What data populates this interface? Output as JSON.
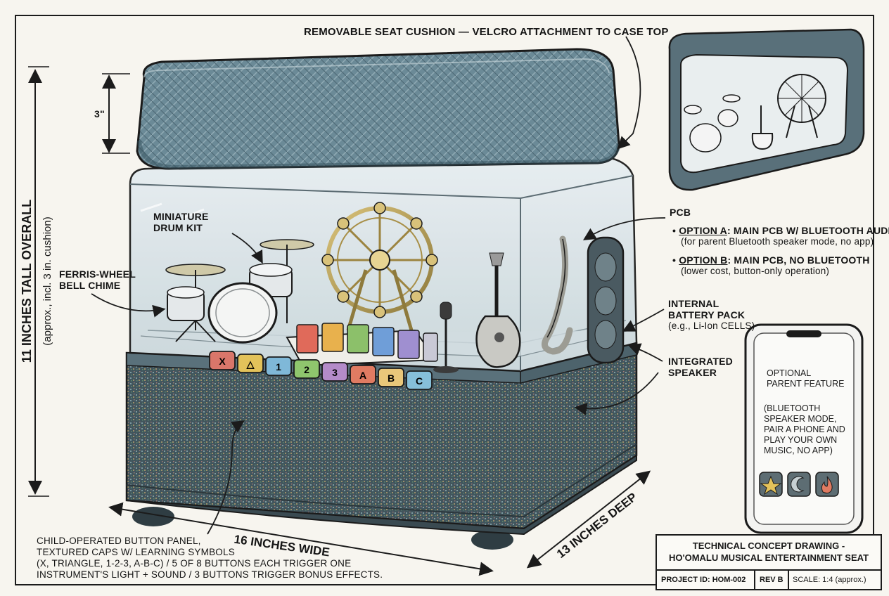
{
  "labels": {
    "cushion": "REMOVABLE SEAT CUSHION — VELCRO ATTACHMENT TO CASE TOP",
    "cushion_height": "3\"",
    "overall_height": "11 INCHES TALL OVERALL",
    "overall_height_note": "(approx., incl. 3 in. cushion)",
    "drum_kit_line1": "MINIATURE",
    "drum_kit_line2": "DRUM KIT",
    "ferris_line1": "FERRIS-WHEEL",
    "ferris_line2": "BELL CHIME",
    "pcb": "PCB",
    "option_a_tag": "OPTION A",
    "option_a_text": ": MAIN PCB W/ BLUETOOTH AUDIO",
    "option_a_note": "(for parent Bluetooth speaker mode, no app)",
    "option_b_tag": "OPTION B",
    "option_b_text": ": MAIN PCB, NO BLUETOOTH",
    "option_b_note": "(lower cost, button-only operation)",
    "battery_line1": "INTERNAL",
    "battery_line2": "BATTERY PACK",
    "battery_note": "(e.g., Li-Ion CELLS)",
    "speaker_line1": "INTEGRATED",
    "speaker_line2": "SPEAKER",
    "width": "16 INCHES WIDE",
    "depth": "13 INCHES DEEP",
    "buttons_line1": "CHILD-OPERATED BUTTON PANEL,",
    "buttons_line2": "TEXTURED CAPS W/ LEARNING SYMBOLS",
    "buttons_line3": "(X, TRIANGLE, 1-2-3, A-B-C) / 5 OF 8 BUTTONS EACH TRIGGER ONE",
    "buttons_line4": "INSTRUMENT'S LIGHT + SOUND / 3 BUTTONS TRIGGER BONUS EFFECTS."
  },
  "button_caps": [
    "X",
    "△",
    "1",
    "2",
    "3",
    "A",
    "B",
    "C"
  ],
  "button_colors": [
    "#d9766a",
    "#e3c25a",
    "#7fb8d8",
    "#8fc66d",
    "#b48bc9",
    "#e07b62",
    "#e9c77a",
    "#86bfd9"
  ],
  "xylophone_colors": [
    "#e06a5a",
    "#e8b14d",
    "#8cc06a",
    "#6f9ed8",
    "#9f8fd0",
    "#c9c9d6"
  ],
  "phone": {
    "title_line1": "OPTIONAL",
    "title_line2": "PARENT FEATURE",
    "body_line1": "(BLUETOOTH",
    "body_line2": "SPEAKER MODE,",
    "body_line3": "PAIR A PHONE AND",
    "body_line4": "PLAY YOUR OWN",
    "body_line5": "MUSIC, NO APP)",
    "icons": [
      "star-icon",
      "crescent-icon",
      "flame-icon"
    ]
  },
  "title_block": {
    "title_line1": "TECHNICAL CONCEPT DRAWING -",
    "title_line2": "HO'OMALU MUSICAL ENTERTAINMENT SEAT",
    "project_id": "PROJECT ID: HOM-002",
    "revision": "REV B",
    "scale": "SCALE: 1:4 (approx.)"
  }
}
